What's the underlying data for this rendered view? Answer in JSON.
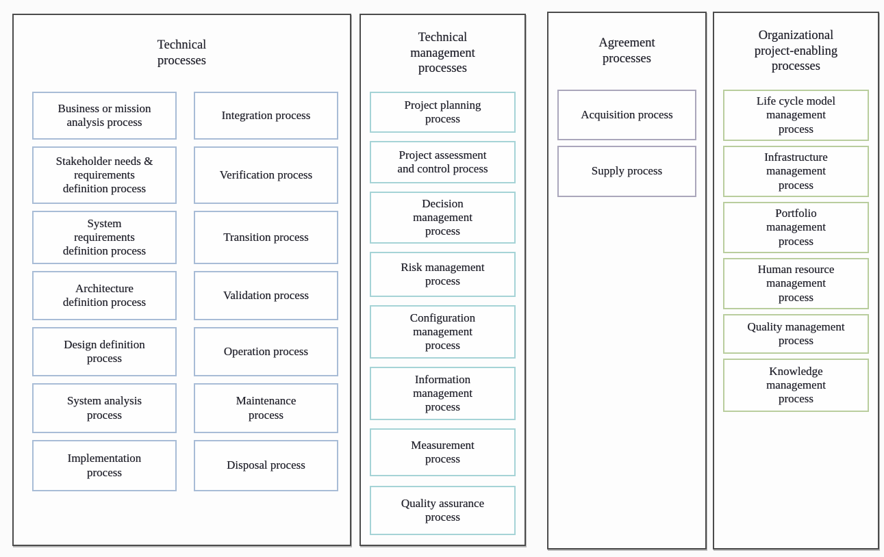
{
  "panels": {
    "technical": {
      "title": "Technical\nprocesses",
      "left_column": [
        "Business or mission\nanalysis process",
        "Stakeholder needs &\nrequirements\ndefinition process",
        "System\nrequirements\ndefinition process",
        "Architecture\ndefinition process",
        "Design definition\nprocess",
        "System analysis\nprocess",
        "Implementation\nprocess"
      ],
      "right_column": [
        "Integration process",
        "Verification process",
        "Transition process",
        "Validation process",
        "Operation process",
        "Maintenance\nprocess",
        "Disposal process"
      ]
    },
    "technical_management": {
      "title": "Technical\nmanagement\nprocesses",
      "boxes": [
        "Project planning\nprocess",
        "Project assessment\nand control process",
        "Decision\nmanagement\nprocess",
        "Risk management\nprocess",
        "Configuration\nmanagement\nprocess",
        "Information\nmanagement\nprocess",
        "Measurement\nprocess",
        "Quality assurance\nprocess"
      ]
    },
    "agreement": {
      "title": "Agreement\nprocesses",
      "boxes": [
        "Acquisition process",
        "Supply process"
      ]
    },
    "organizational": {
      "title": "Organizational\nproject-enabling\nprocesses",
      "boxes": [
        "Life cycle model\nmanagement\nprocess",
        "Infrastructure\nmanagement\nprocess",
        "Portfolio\nmanagement\nprocess",
        "Human resource\nmanagement\nprocess",
        "Quality management\nprocess",
        "Knowledge\nmanagement\nprocess"
      ]
    }
  },
  "colors": {
    "panel_border": "#4b4b4b",
    "technical_box_border": "#a8bcd6",
    "technical_management_box_border": "#a5d3d6",
    "agreement_box_border": "#aaa6bb",
    "organizational_box_border": "#b9cd9d",
    "text": "#21212b"
  }
}
